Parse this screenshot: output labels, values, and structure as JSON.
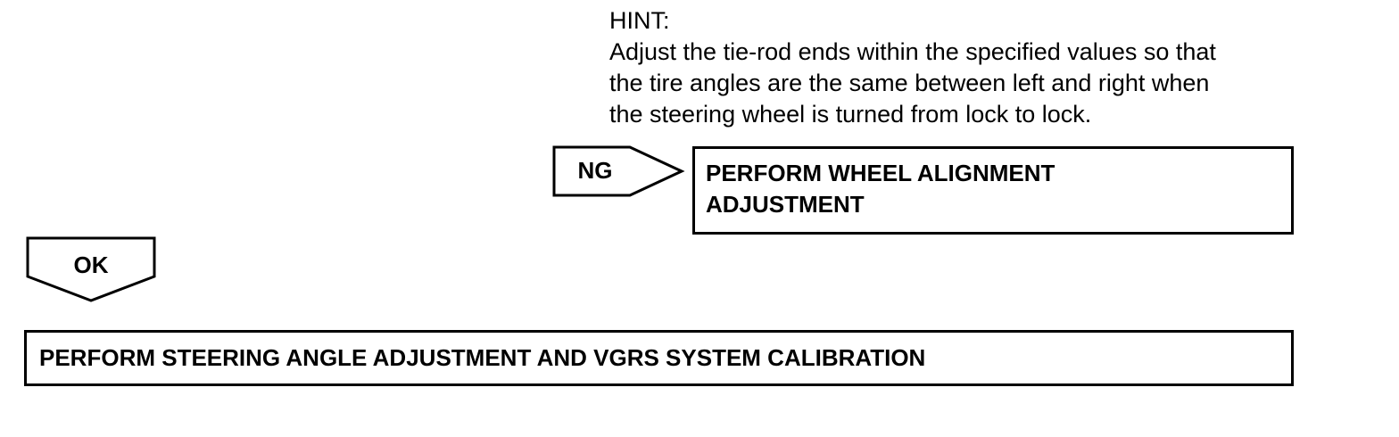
{
  "hint": {
    "title": "HINT:",
    "lines": [
      "Adjust the tie-rod ends within the specified values so that",
      "the tire angles are the same between left and right when",
      "the steering wheel is turned from lock to lock."
    ]
  },
  "ng_arrow": {
    "label": "NG"
  },
  "ng_result": {
    "lines": [
      "PERFORM WHEEL ALIGNMENT",
      "ADJUSTMENT"
    ]
  },
  "ok_arrow": {
    "label": "OK"
  },
  "ok_result": {
    "text": "PERFORM STEERING ANGLE ADJUSTMENT AND VGRS SYSTEM CALIBRATION"
  },
  "colors": {
    "stroke": "#000000",
    "background": "#ffffff"
  }
}
